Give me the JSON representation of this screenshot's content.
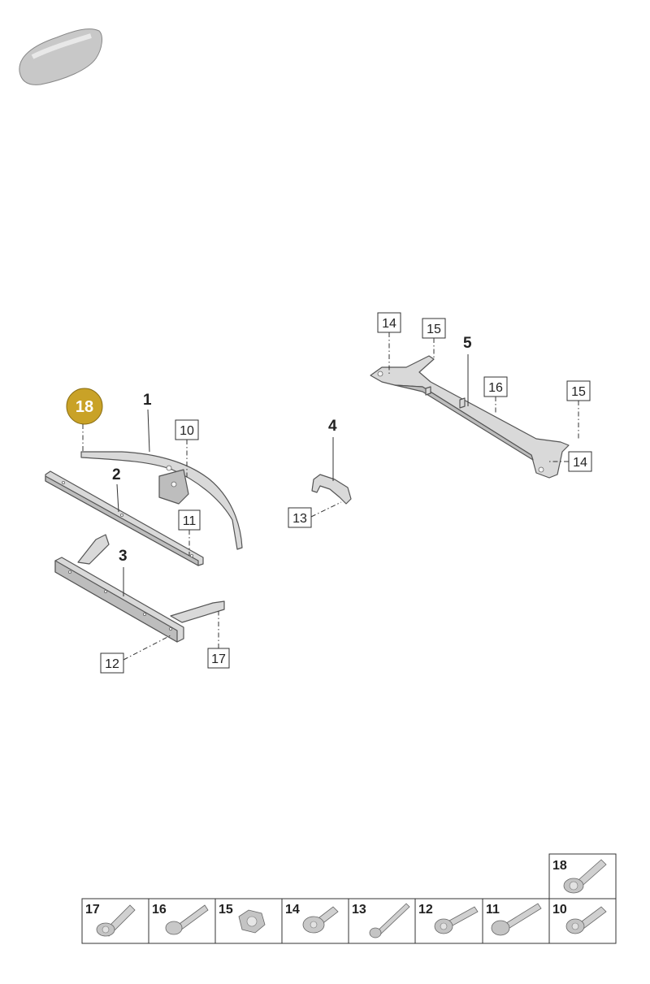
{
  "highlight": {
    "number": "18",
    "color": "#c9a227"
  },
  "parts": [
    {
      "number": "1"
    },
    {
      "number": "2"
    },
    {
      "number": "3"
    },
    {
      "number": "4"
    },
    {
      "number": "5"
    }
  ],
  "callouts": [
    "14",
    "15",
    "16",
    "15",
    "14",
    "10",
    "11",
    "13",
    "12",
    "17"
  ],
  "legend": {
    "top_cell": "18",
    "cells": [
      "17",
      "16",
      "15",
      "14",
      "13",
      "12",
      "11",
      "10"
    ]
  },
  "colors": {
    "part_fill": "#d9d9d9",
    "outline": "#555555",
    "accent": "#c9a227"
  }
}
